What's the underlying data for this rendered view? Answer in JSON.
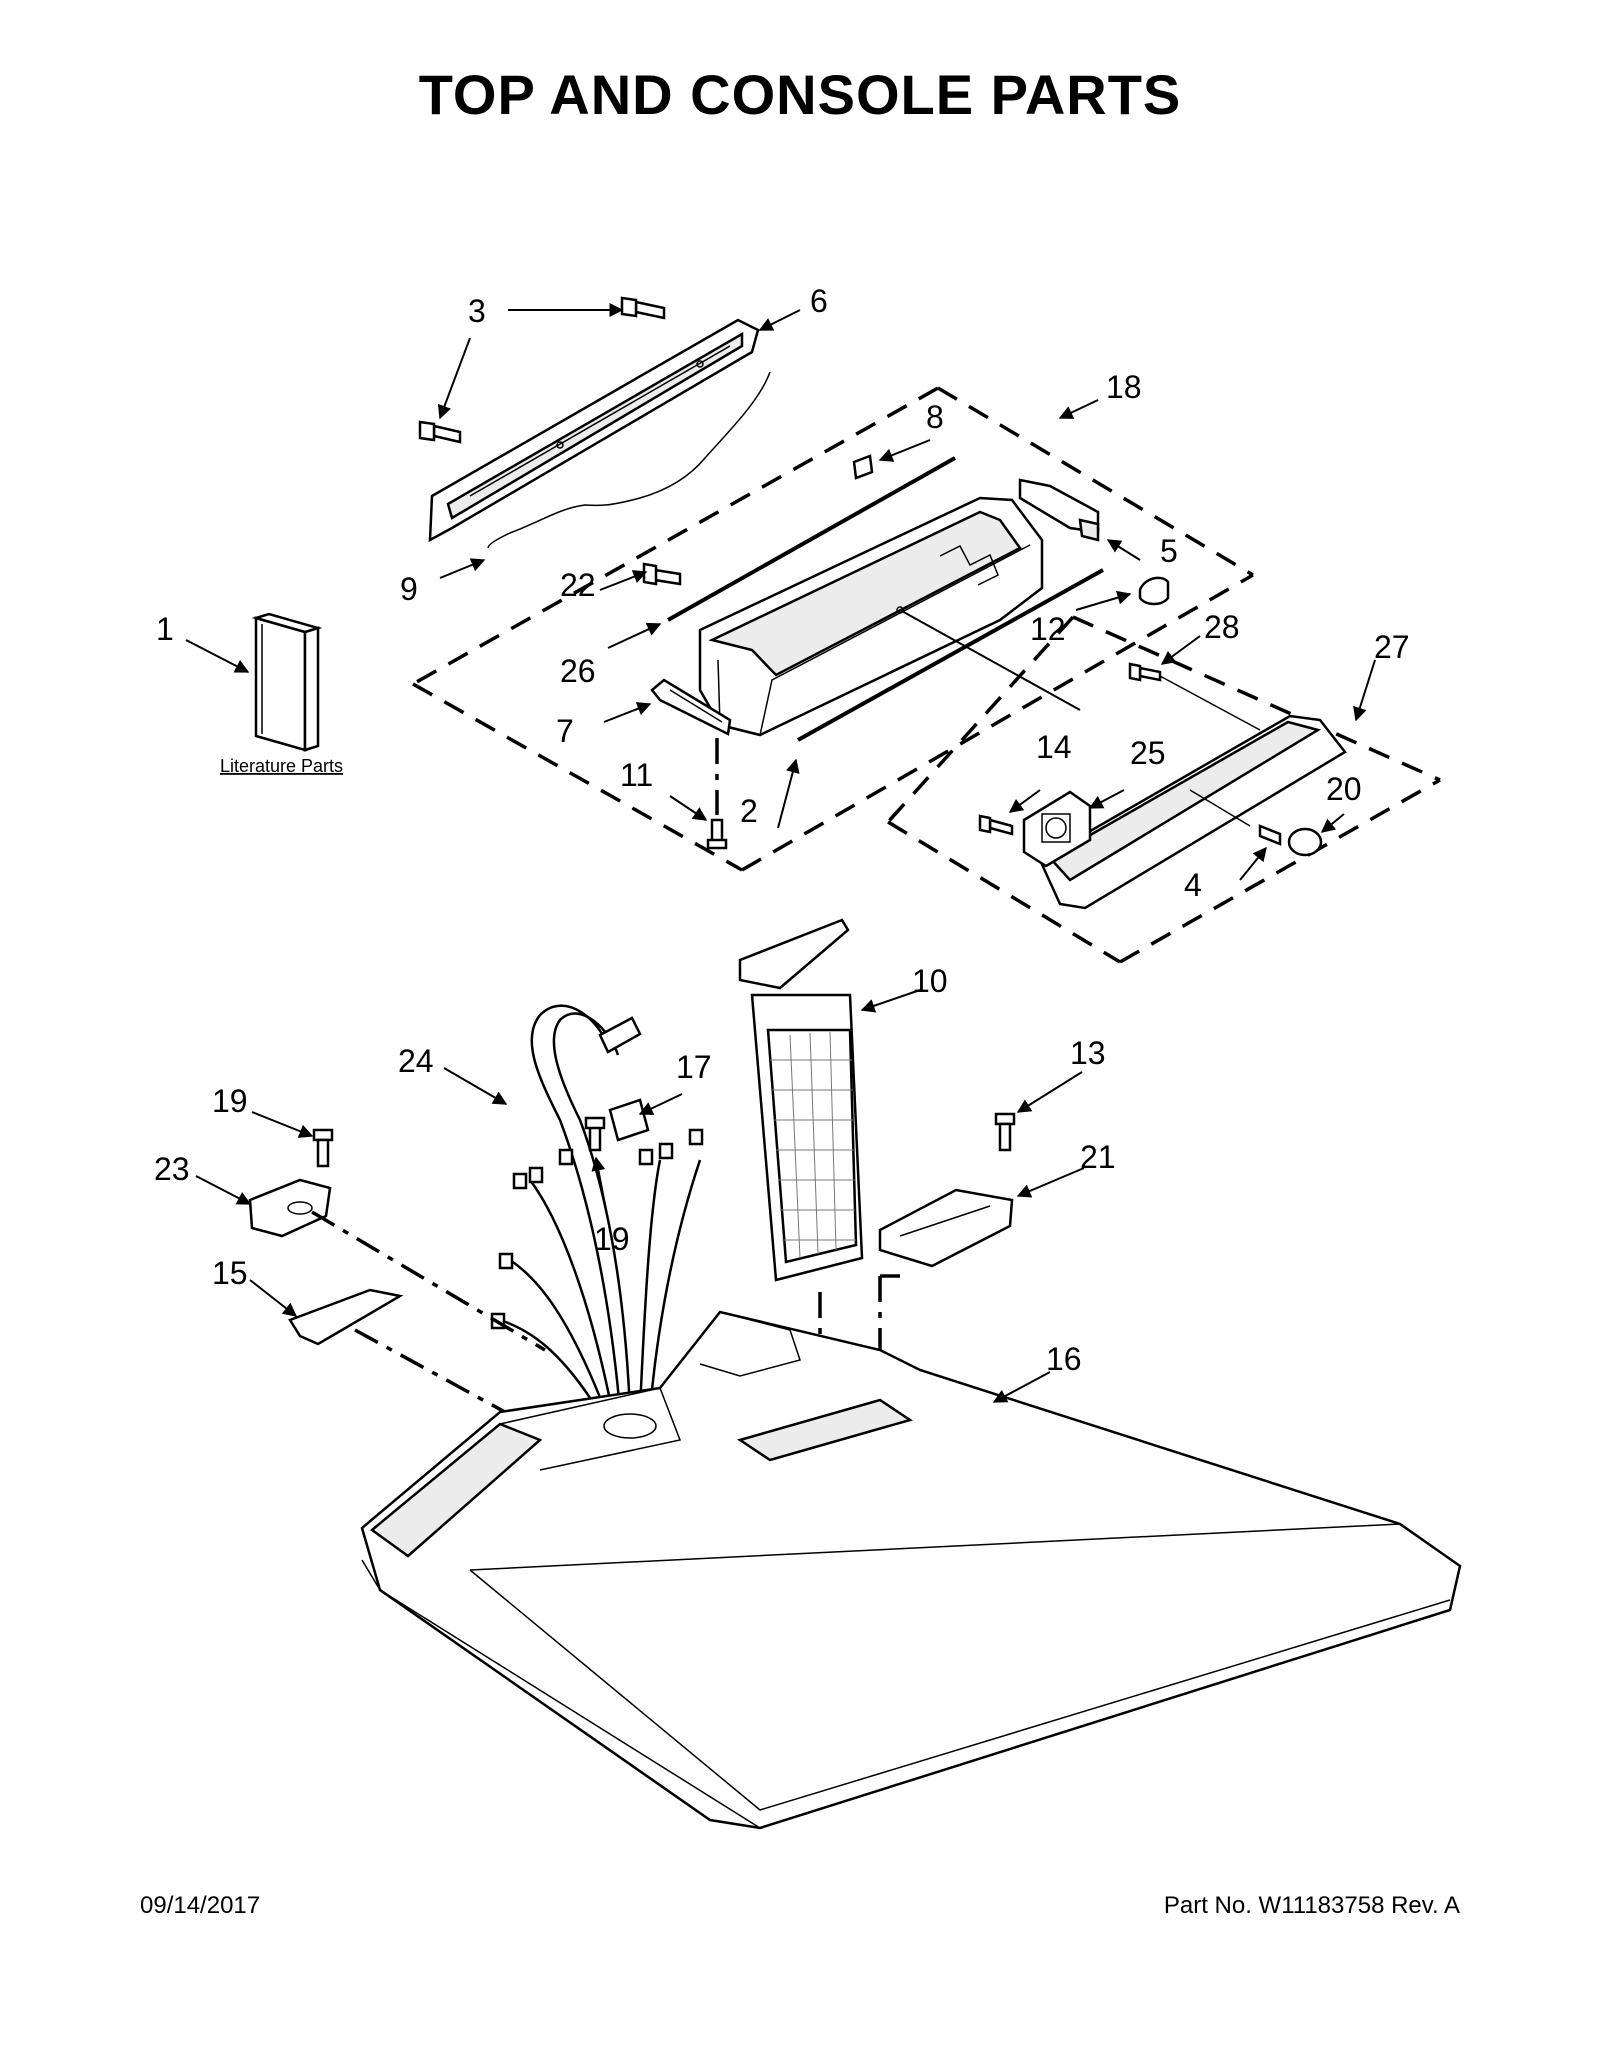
{
  "title": "TOP AND CONSOLE PARTS",
  "footer": {
    "date": "09/14/2017",
    "part_no": "Part No.  W11183758  Rev.  A"
  },
  "literature_label": "Literature Parts",
  "callouts": [
    "1",
    "2",
    "3",
    "4",
    "5",
    "6",
    "7",
    "8",
    "9",
    "10",
    "11",
    "12",
    "13",
    "14",
    "15",
    "16",
    "17",
    "18",
    "19",
    "20",
    "21",
    "22",
    "23",
    "24",
    "25",
    "26",
    "27",
    "28"
  ],
  "labels": {
    "c1": "1",
    "c2": "2",
    "c3": "3",
    "c4": "4",
    "c5": "5",
    "c6": "6",
    "c7": "7",
    "c8": "8",
    "c9": "9",
    "c10": "10",
    "c11": "11",
    "c12": "12",
    "c13": "13",
    "c14": "14",
    "c15": "15",
    "c16": "16",
    "c17": "17",
    "c18": "18",
    "c19a": "19",
    "c19b": "19",
    "c20": "20",
    "c21": "21",
    "c22": "22",
    "c23": "23",
    "c24": "24",
    "c25": "25",
    "c26": "26",
    "c27": "27",
    "c28": "28"
  }
}
